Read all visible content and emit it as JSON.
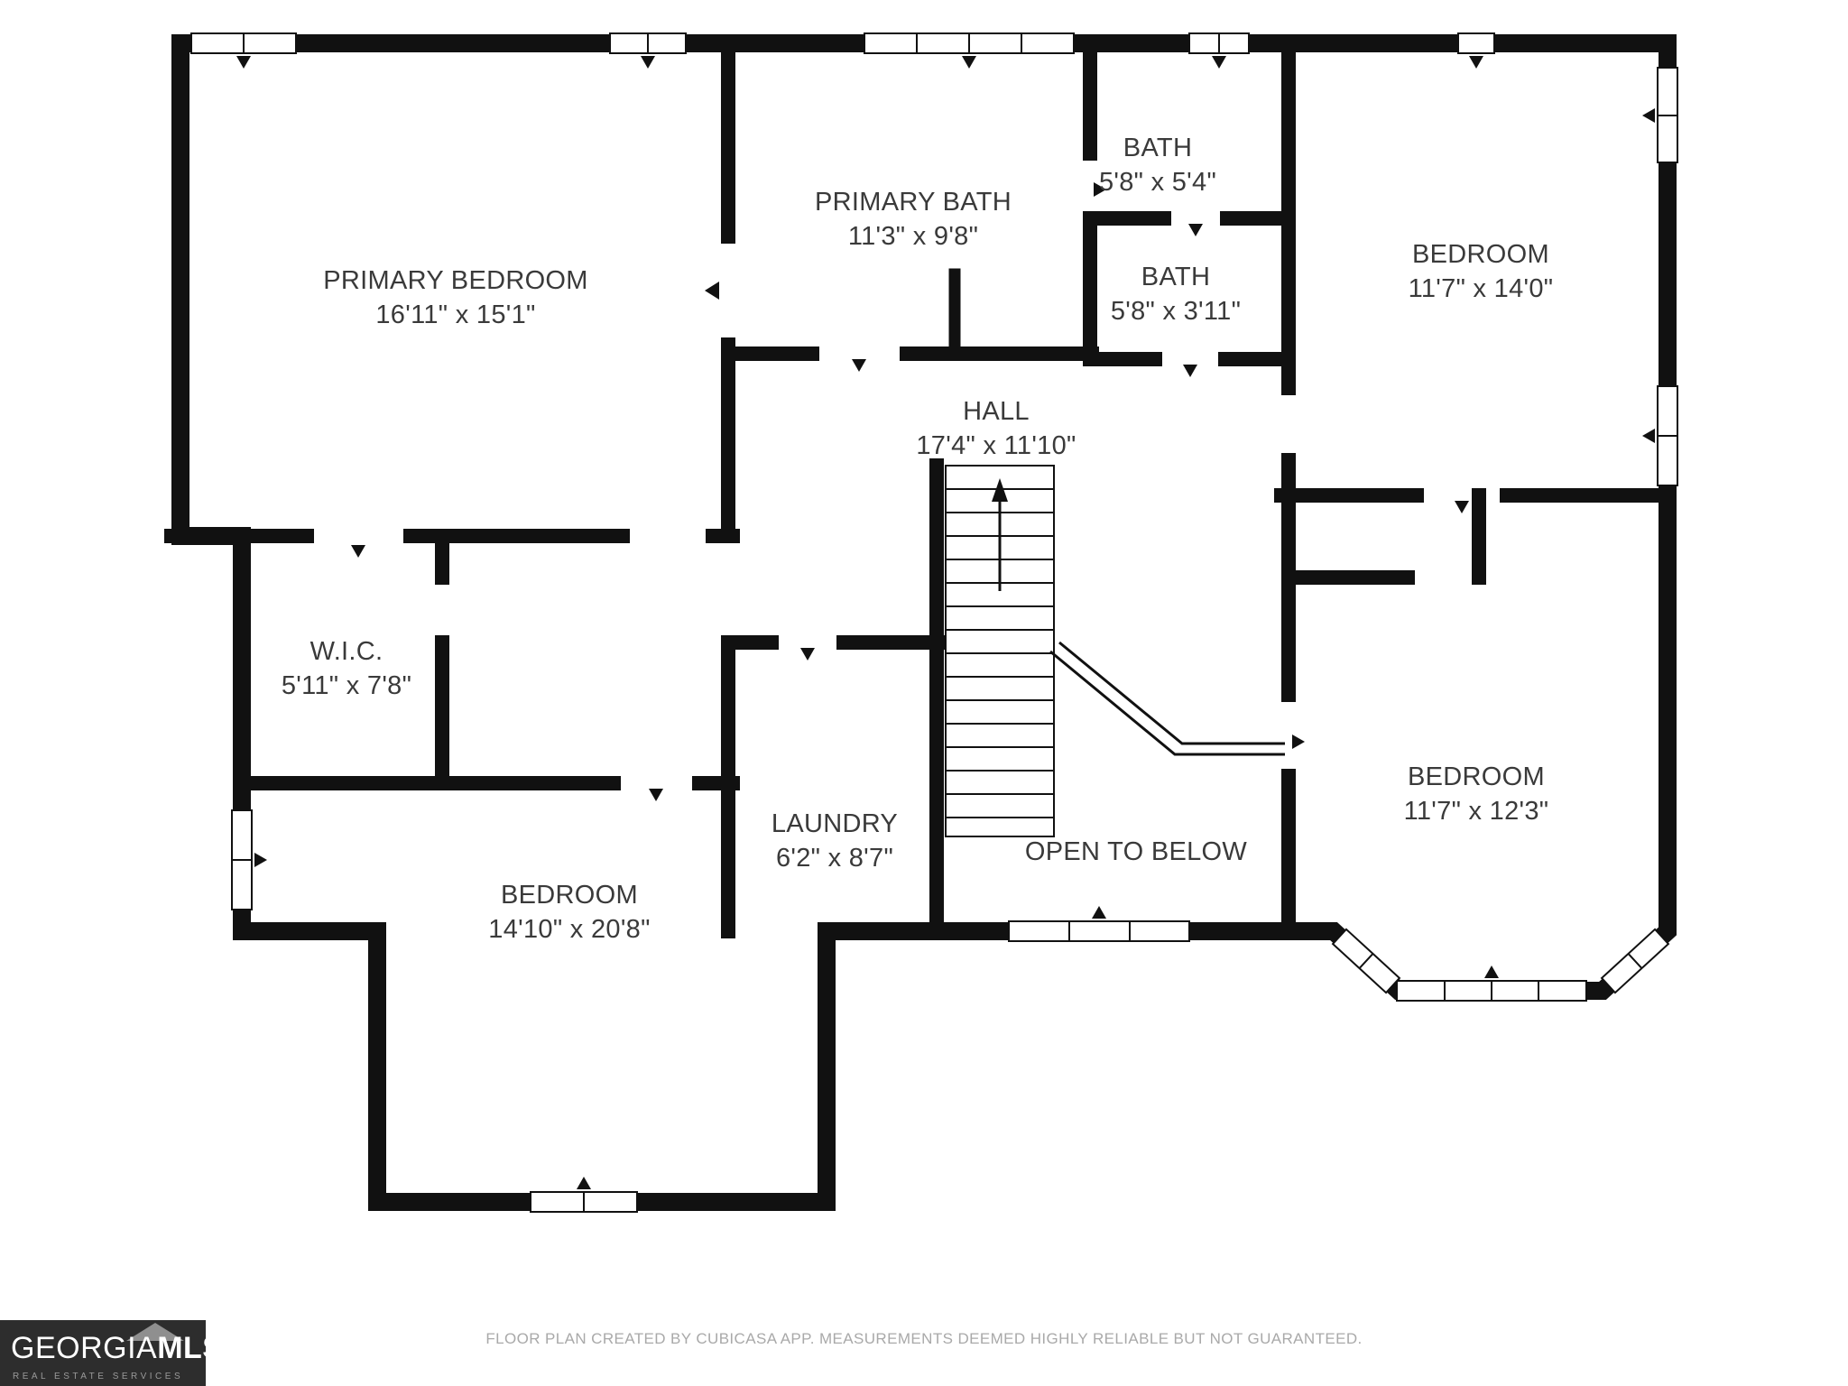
{
  "plan": {
    "rooms": [
      {
        "name": "PRIMARY BEDROOM",
        "dims": "16'11\" x 15'1\""
      },
      {
        "name": "PRIMARY BATH",
        "dims": "11'3\" x 9'8\""
      },
      {
        "name": "BATH",
        "dims": "5'8\" x 5'4\""
      },
      {
        "name": "BATH",
        "dims": "5'8\" x 3'11\""
      },
      {
        "name": "BEDROOM",
        "dims": "11'7\" x 14'0\""
      },
      {
        "name": "HALL",
        "dims": "17'4\" x 11'10\""
      },
      {
        "name": "W.I.C.",
        "dims": "5'11\" x 7'8\""
      },
      {
        "name": "LAUNDRY",
        "dims": "6'2\" x 8'7\""
      },
      {
        "name": "BEDROOM",
        "dims": "14'10\" x 20'8\""
      },
      {
        "name": "BEDROOM",
        "dims": "11'7\" x 12'3\""
      },
      {
        "name": "OPEN TO BELOW",
        "dims": ""
      }
    ]
  },
  "footer": {
    "disclaimer": "FLOOR PLAN CREATED BY CUBICASA APP. MEASUREMENTS DEEMED HIGHLY RELIABLE BUT NOT GUARANTEED."
  },
  "logo": {
    "brand_primary": "GEORGIA",
    "brand_suffix": "MLS",
    "tagline": "REAL ESTATE SERVICES"
  },
  "colors": {
    "wall": "#111111",
    "label_text": "#3a3a3a",
    "footer_text": "#a9a9a9",
    "logo_background": "#2d2d2d",
    "logo_text": "#ffffff",
    "logo_tagline": "#9a9a9a",
    "logo_roof": "#8f8f8f"
  }
}
